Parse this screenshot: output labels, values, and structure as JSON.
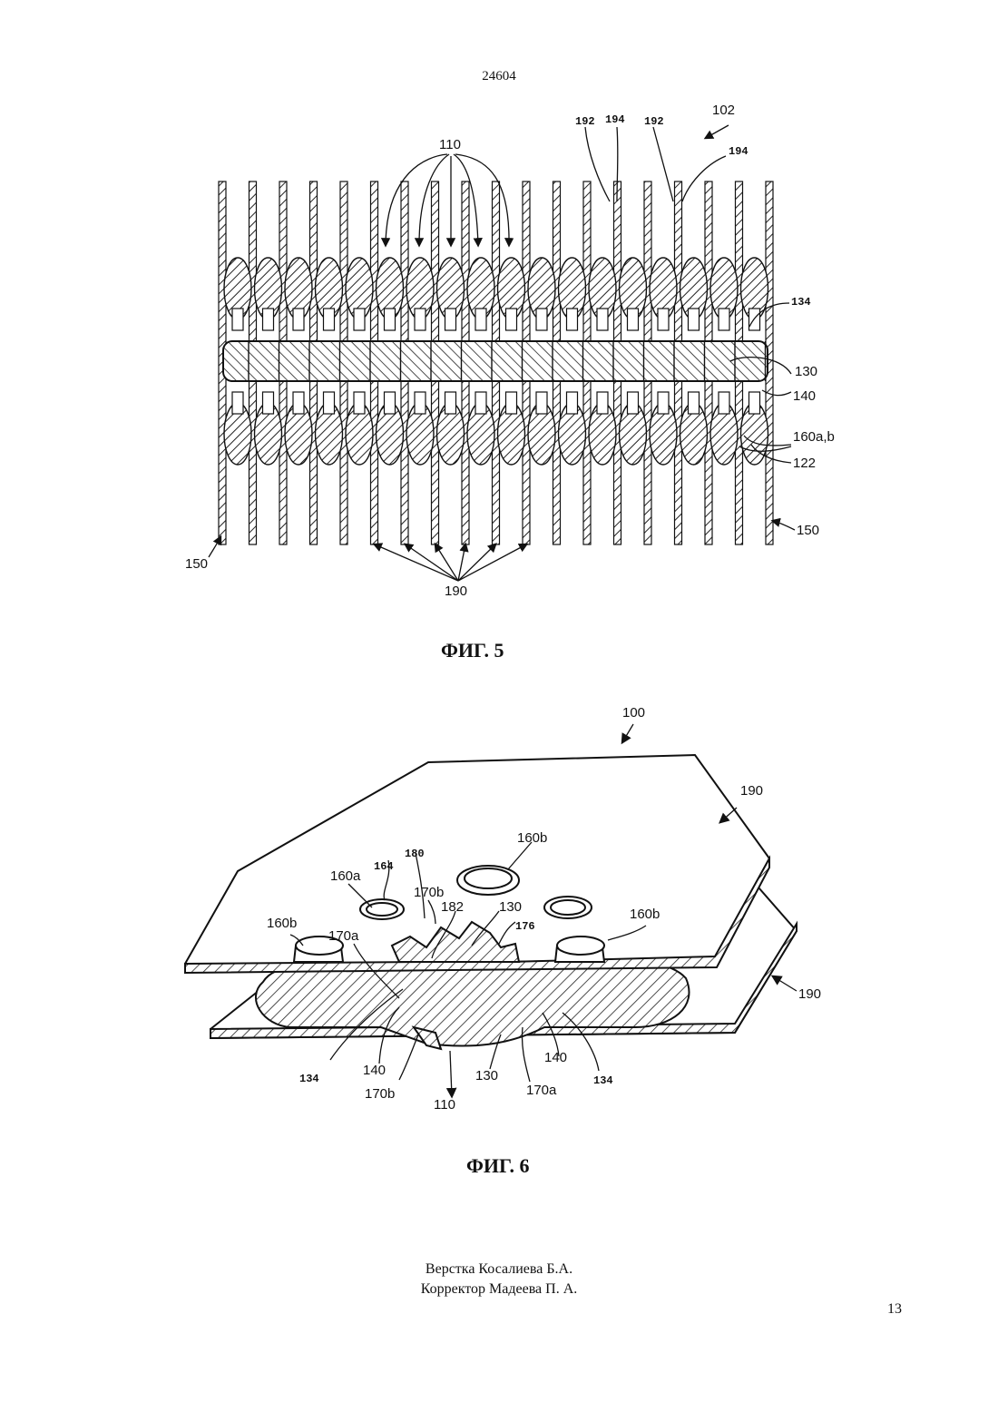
{
  "header": {
    "doc_number": "24604"
  },
  "figure5": {
    "caption": "ФИГ. 5",
    "labels": {
      "l102": "102",
      "l110": "110",
      "l192a": "192",
      "l194a": "194",
      "l192b": "192",
      "l194b": "194",
      "l134": "134",
      "l130": "130",
      "l140": "140",
      "l160ab": "160a,b",
      "l122": "122",
      "l150l": "150",
      "l150r": "150",
      "l190": "190"
    }
  },
  "figure6": {
    "caption": "ФИГ. 6",
    "labels": {
      "l100": "100",
      "l190t": "190",
      "l190b": "190",
      "l160b1": "160b",
      "l160b2": "160b",
      "l160b3": "160b",
      "l160a": "160a",
      "l164": "164",
      "l180": "180",
      "l170b1": "170b",
      "l182": "182",
      "l130a": "130",
      "l176": "176",
      "l170a1": "170a",
      "l134a": "134",
      "l140a": "140",
      "l170b2": "170b",
      "l110": "110",
      "l130b": "130",
      "l170a2": "170a",
      "l140b": "140",
      "l134b": "134"
    }
  },
  "footer": {
    "line1": "Верстка Косалиева Б.А.",
    "line2": "Корректор Мадеева П. А.",
    "page_number": "13"
  }
}
